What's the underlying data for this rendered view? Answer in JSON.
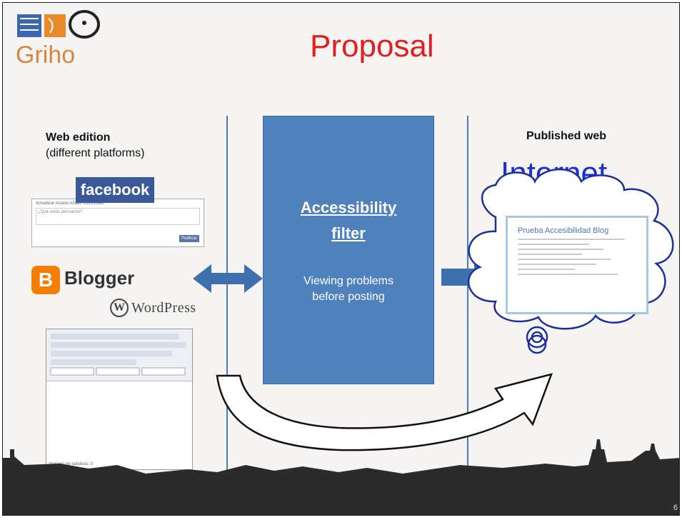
{
  "slide": {
    "logo_text": "Griho",
    "title": "Proposal",
    "left_heading_bold": "Web edition",
    "left_heading_sub": "(different platforms)",
    "right_heading": "Published web",
    "internet_label": "Internet",
    "filter_title_line1": "Accessibility",
    "filter_title_line2": "filter",
    "filter_sub_line1": "Viewing problems",
    "filter_sub_line2": "before posting",
    "facebook_label": "facebook",
    "facebook_status": "Actualizar estado  Añadir fotos/vídeo",
    "facebook_placeholder": "¿Qué estás pensando?",
    "facebook_publish": "Publicar",
    "blogger_label": "Blogger",
    "wordpress_label": "WordPress",
    "editor_footer": "Número de palabras: 0",
    "blog_title": "Prueba Accesibilidad Blog",
    "page_number": "6"
  },
  "colors": {
    "title": "#e02020",
    "filter_box": "#4f81bd",
    "internet": "#1a2fd0",
    "lines": "#4a7bb7"
  }
}
